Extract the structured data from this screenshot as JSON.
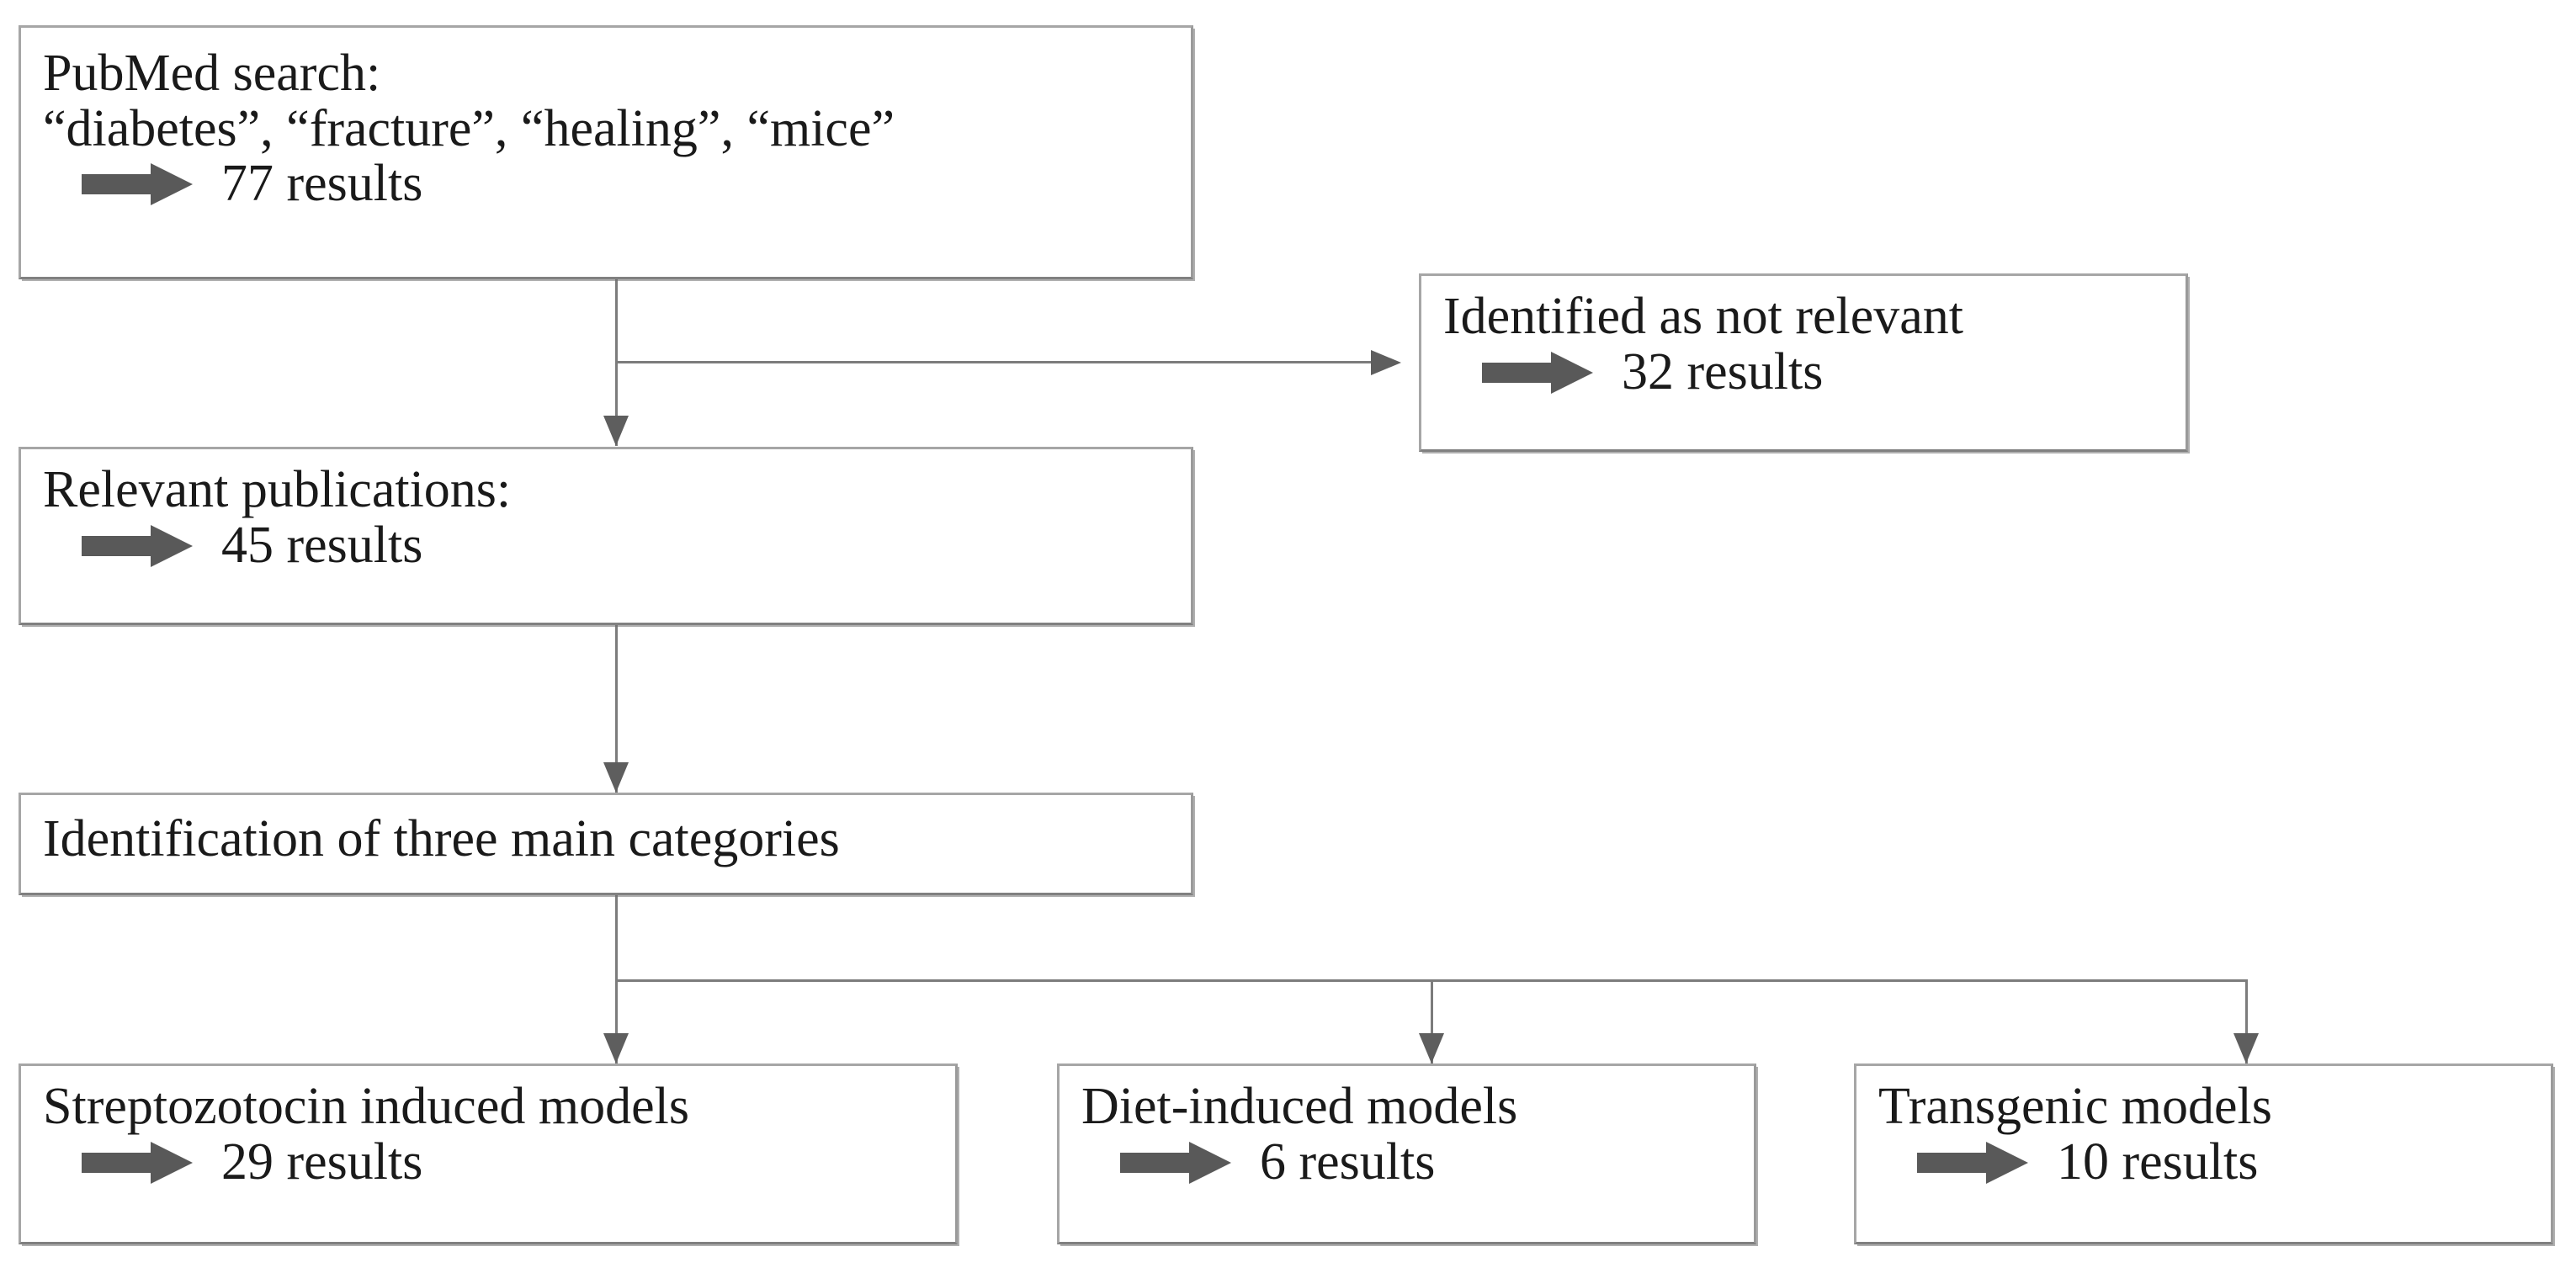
{
  "diagram": {
    "title": "PubMed literature search selection flowchart",
    "colors": {
      "box_border": "#a6a6a6",
      "box_shadow": "#6e6e6e",
      "connector": "#7c7c7c",
      "arrowhead": "#5e5e5e",
      "block_arrow": "#595959",
      "text": "#1a1a1a",
      "background": "#ffffff"
    },
    "nodes": [
      {
        "id": "pubmed-search",
        "line1": "PubMed search:",
        "line2": "“diabetes”, “fracture”, “healing”, “mice”",
        "result": "77 results",
        "arrow_icon": "right-block-arrow-icon"
      },
      {
        "id": "not-relevant",
        "line1": "Identified as not relevant",
        "result": "32 results",
        "arrow_icon": "right-block-arrow-icon"
      },
      {
        "id": "relevant-publications",
        "line1": "Relevant publications:",
        "result": "45 results",
        "arrow_icon": "right-block-arrow-icon"
      },
      {
        "id": "three-categories",
        "line1": "Identification of three main categories"
      },
      {
        "id": "streptozotocin-models",
        "line1": "Streptozotocin induced models",
        "result": "29 results",
        "arrow_icon": "right-block-arrow-icon"
      },
      {
        "id": "diet-induced-models",
        "line1": "Diet-induced models",
        "result": "6 results",
        "arrow_icon": "right-block-arrow-icon"
      },
      {
        "id": "transgenic-models",
        "line1": "Transgenic models",
        "result": "10 results",
        "arrow_icon": "right-block-arrow-icon"
      }
    ]
  }
}
